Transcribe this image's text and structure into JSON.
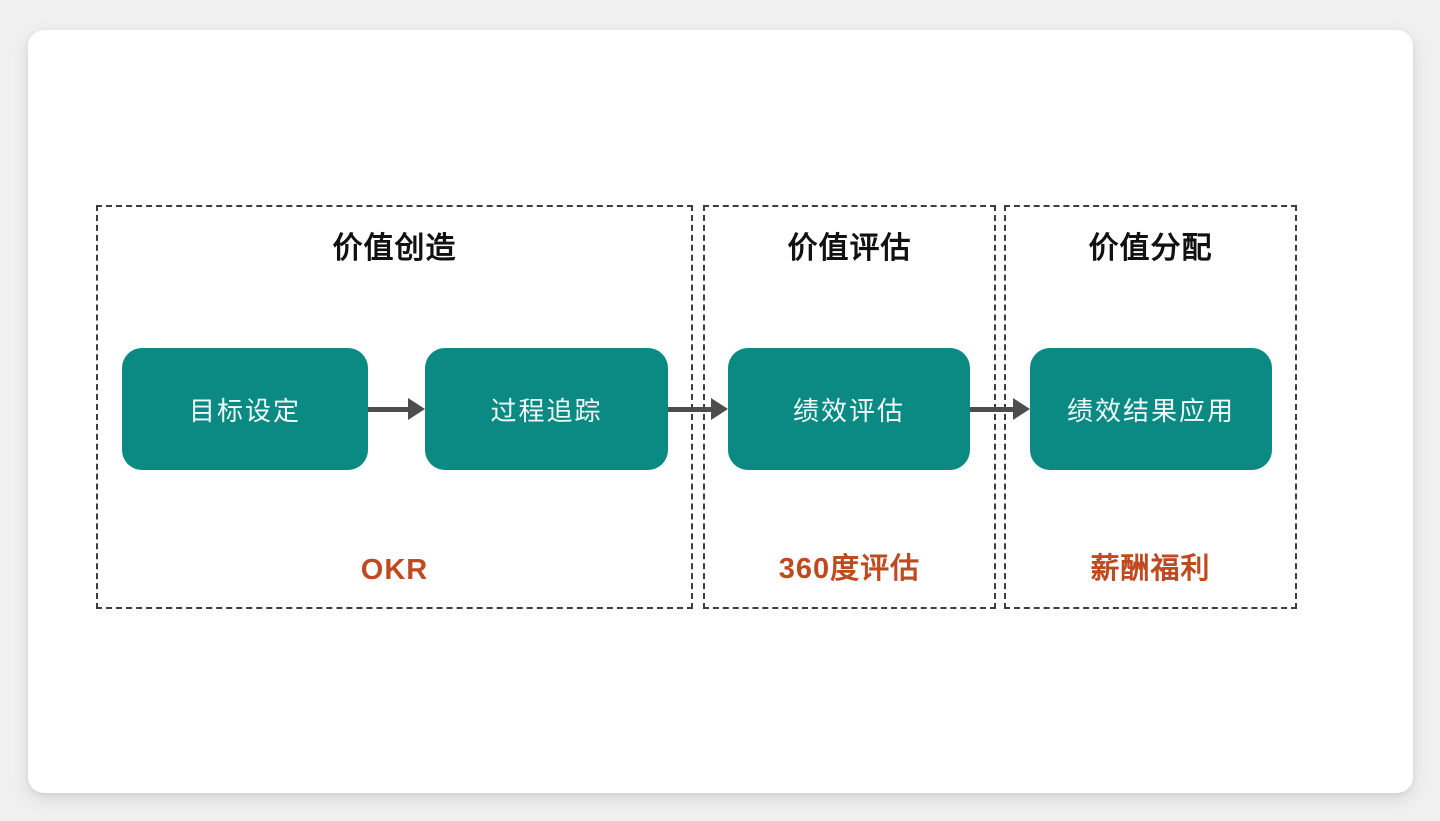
{
  "diagram": {
    "zones": [
      {
        "title": "价值创造",
        "tool": "OKR"
      },
      {
        "title": "价值评估",
        "tool": "360度评估"
      },
      {
        "title": "价值分配",
        "tool": "薪酬福利"
      }
    ],
    "nodes": [
      {
        "label": "目标设定"
      },
      {
        "label": "过程追踪"
      },
      {
        "label": "绩效评估"
      },
      {
        "label": "绩效结果应用"
      }
    ],
    "colors": {
      "page_background": "#F0F0F0",
      "canvas": "#FFFFFF",
      "zone_border": "#3D3D3D",
      "zone_title": "#111111",
      "node_fill": "#0A8A82",
      "node_text": "#F2FAF9",
      "tool_label": "#C04A20",
      "arrow": "#4D4D4D"
    }
  }
}
